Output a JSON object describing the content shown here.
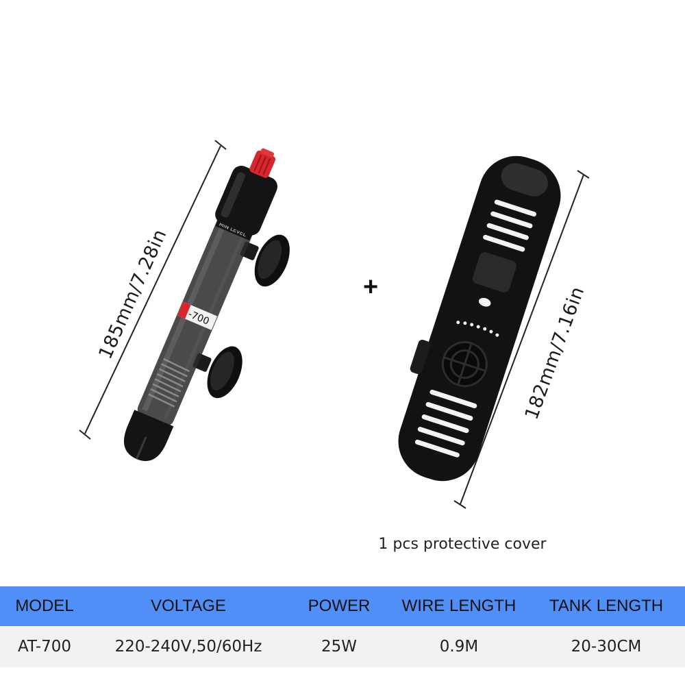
{
  "heater": {
    "dimension_label": "185mm/7.28in",
    "model_print": "-700",
    "level_print": "MIN LEVEL"
  },
  "plus_sign": "+",
  "cover": {
    "dimension_label": "182mm/7.16in",
    "caption": "1 pcs protective cover"
  },
  "specs": {
    "headers": [
      "MODEL",
      "VOLTAGE",
      "POWER",
      "WIRE LENGTH",
      "TANK LENGTH"
    ],
    "values": [
      "AT-700",
      "220-240V,50/60Hz",
      "25W",
      "0.9M",
      "20-30CM"
    ]
  },
  "colors": {
    "header_bg": "#4f8ff7",
    "row_bg": "#f2f2f2",
    "heater_cap": "#d8262c",
    "device_body": "#141414"
  }
}
